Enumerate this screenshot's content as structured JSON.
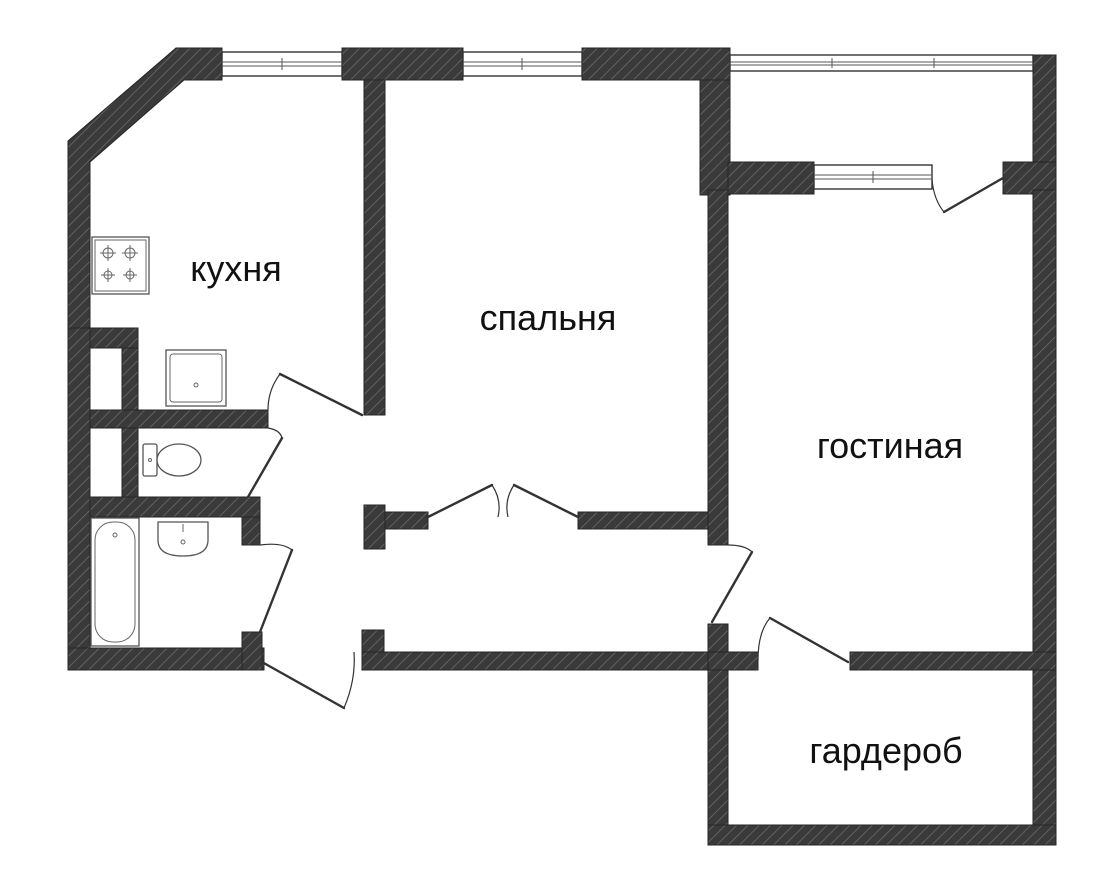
{
  "rooms": {
    "kitchen": "кухня",
    "bedroom": "спальня",
    "living": "гостиная",
    "wardrobe": "гардероб"
  },
  "colors": {
    "wall": "#3a3a3a",
    "hatch": "#7a7a7a",
    "background": "#ffffff"
  }
}
